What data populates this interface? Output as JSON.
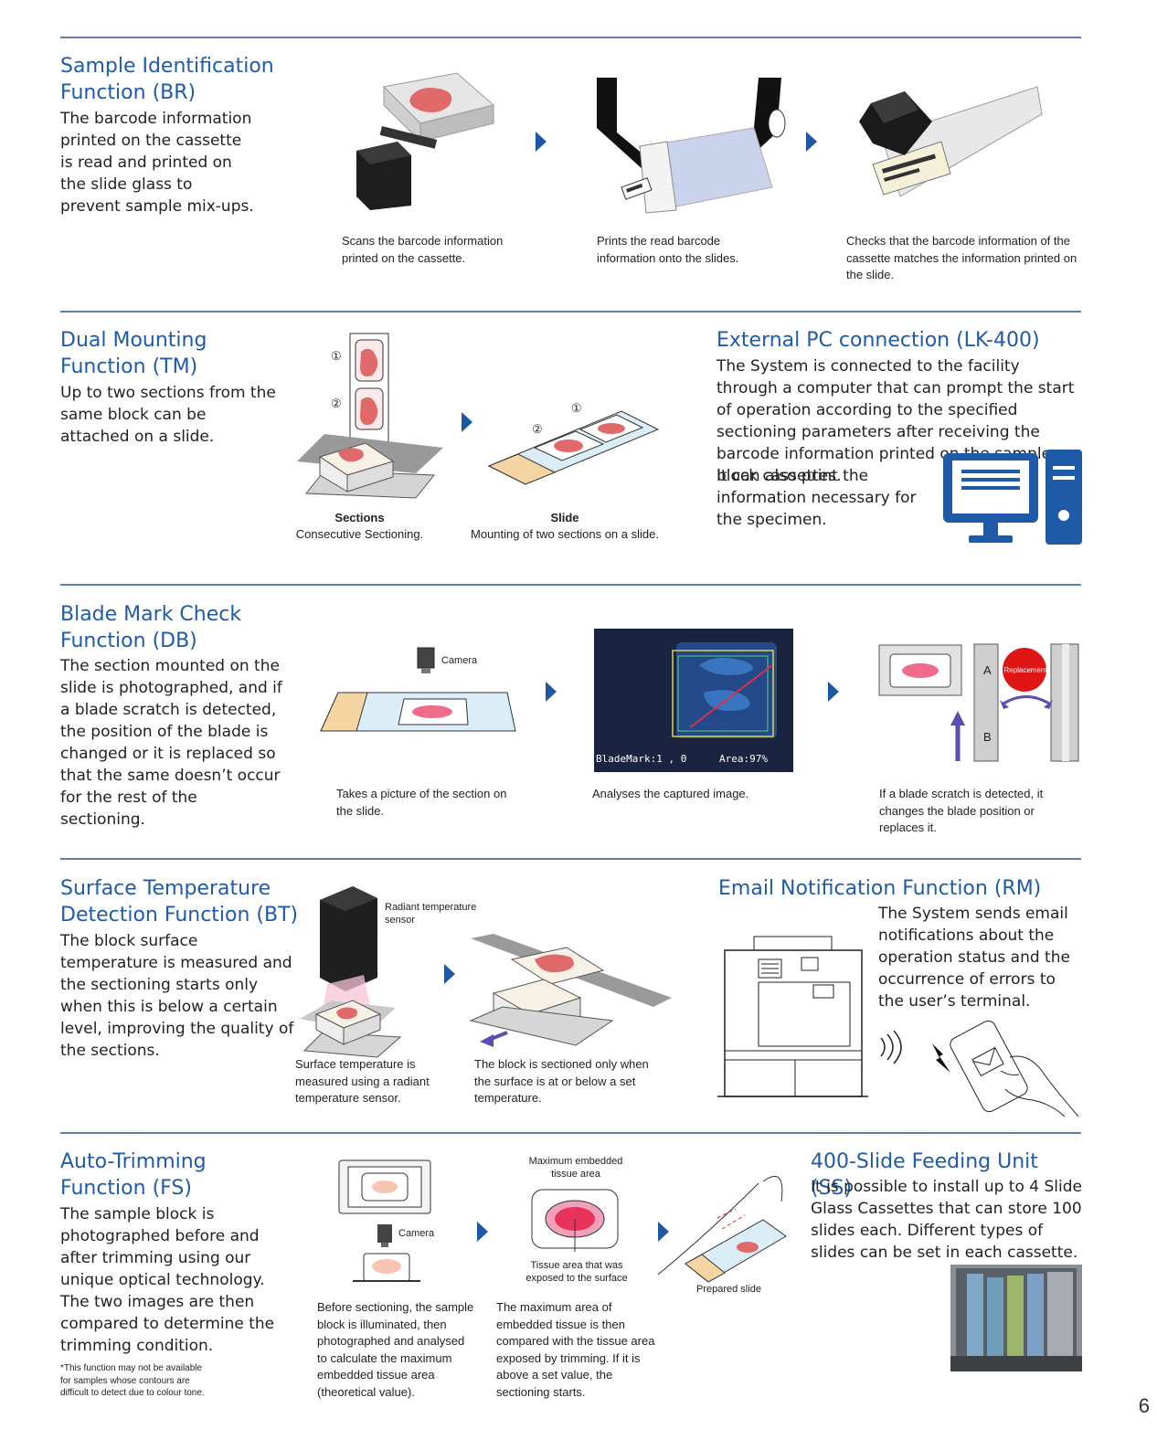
{
  "page_number": "6",
  "br": {
    "title": "Sample Identification Function (BR)",
    "body": "The barcode information printed on the cassette is read and printed on the slide glass to prevent sample mix-ups.",
    "cap1": "Scans the barcode information printed on the cassette.",
    "cap2": "Prints the read barcode information onto the slides.",
    "cap3": "Checks that the barcode information of the cassette matches the information printed on the slide."
  },
  "tm": {
    "title": "Dual Mounting Function (TM)",
    "body": "Up to two sections from the same block can be attached on a slide.",
    "sections_title": "Sections",
    "sections_cap": "Consecutive Sectioning.",
    "slide_title": "Slide",
    "slide_cap": "Mounting of two sections on a slide.",
    "mark1": "①",
    "mark2": "②"
  },
  "lk": {
    "title": "External PC connection (LK-400)",
    "body1": "The System is connected to the facility through a computer that can prompt the start of operation according to the specified sectioning parameters after receiving the barcode information printed on the sample block cassettes.",
    "body2": "It can also print the information necessary for the specimen."
  },
  "db": {
    "title": "Blade Mark Check Function (DB)",
    "body": "The section mounted on the slide is photographed, and if a blade scratch is detected, the position of the blade is changed or it is replaced so that the same doesn’t occur for the rest of the sectioning.",
    "camera_label": "Camera",
    "overlay_left": "BladeMark:1  ,  0",
    "overlay_right": "Area:97%",
    "replacement": "Replacement",
    "label_a": "A",
    "label_b": "B",
    "cap1": "Takes a picture of the section on the slide.",
    "cap2": "Analyses the captured image.",
    "cap3": "If a blade scratch is detected, it changes the blade position or replaces it."
  },
  "bt": {
    "title": "Surface Temperature Detection Function (BT)",
    "body": "The block surface temperature is measured and the sectioning starts only when this is below a certain level, improving the quality of the sections.",
    "sensor_label": "Radiant temperature sensor",
    "cap1": "Surface temperature is measured using a radiant temperature sensor.",
    "cap2": "The block is sectioned only when the surface is at or below a set temperature."
  },
  "rm": {
    "title": "Email Notification Function (RM)",
    "body": "The System sends email notifications about the operation status and the occurrence of errors to the user’s terminal."
  },
  "fs": {
    "title": "Auto-Trimming Function (FS)",
    "body": "The sample block is photographed before and after trimming using our unique optical technology. The two images are then compared to determine the trimming condition.",
    "note": "*This function may not be available for samples whose contours are difficult to detect due to colour tone.",
    "camera_label": "Camera",
    "max_area_label": "Maximum embedded tissue area",
    "exposed_label": "Tissue area that was exposed to the surface",
    "prepared_label": "Prepared slide",
    "cap1": "Before sectioning, the sample block is illuminated, then photographed and analysed to calculate the maximum embedded tissue area (theoretical value).",
    "cap2": "The maximum area of embedded tissue is then compared with the tissue area exposed by trimming. If it is above a set value, the sectioning starts."
  },
  "ss": {
    "title": "400-Slide Feeding Unit (SS)",
    "body": "It is possible to install up to 4 Slide Glass Cassettes that can store 100 slides each. Different types of slides can be set in each cassette."
  }
}
